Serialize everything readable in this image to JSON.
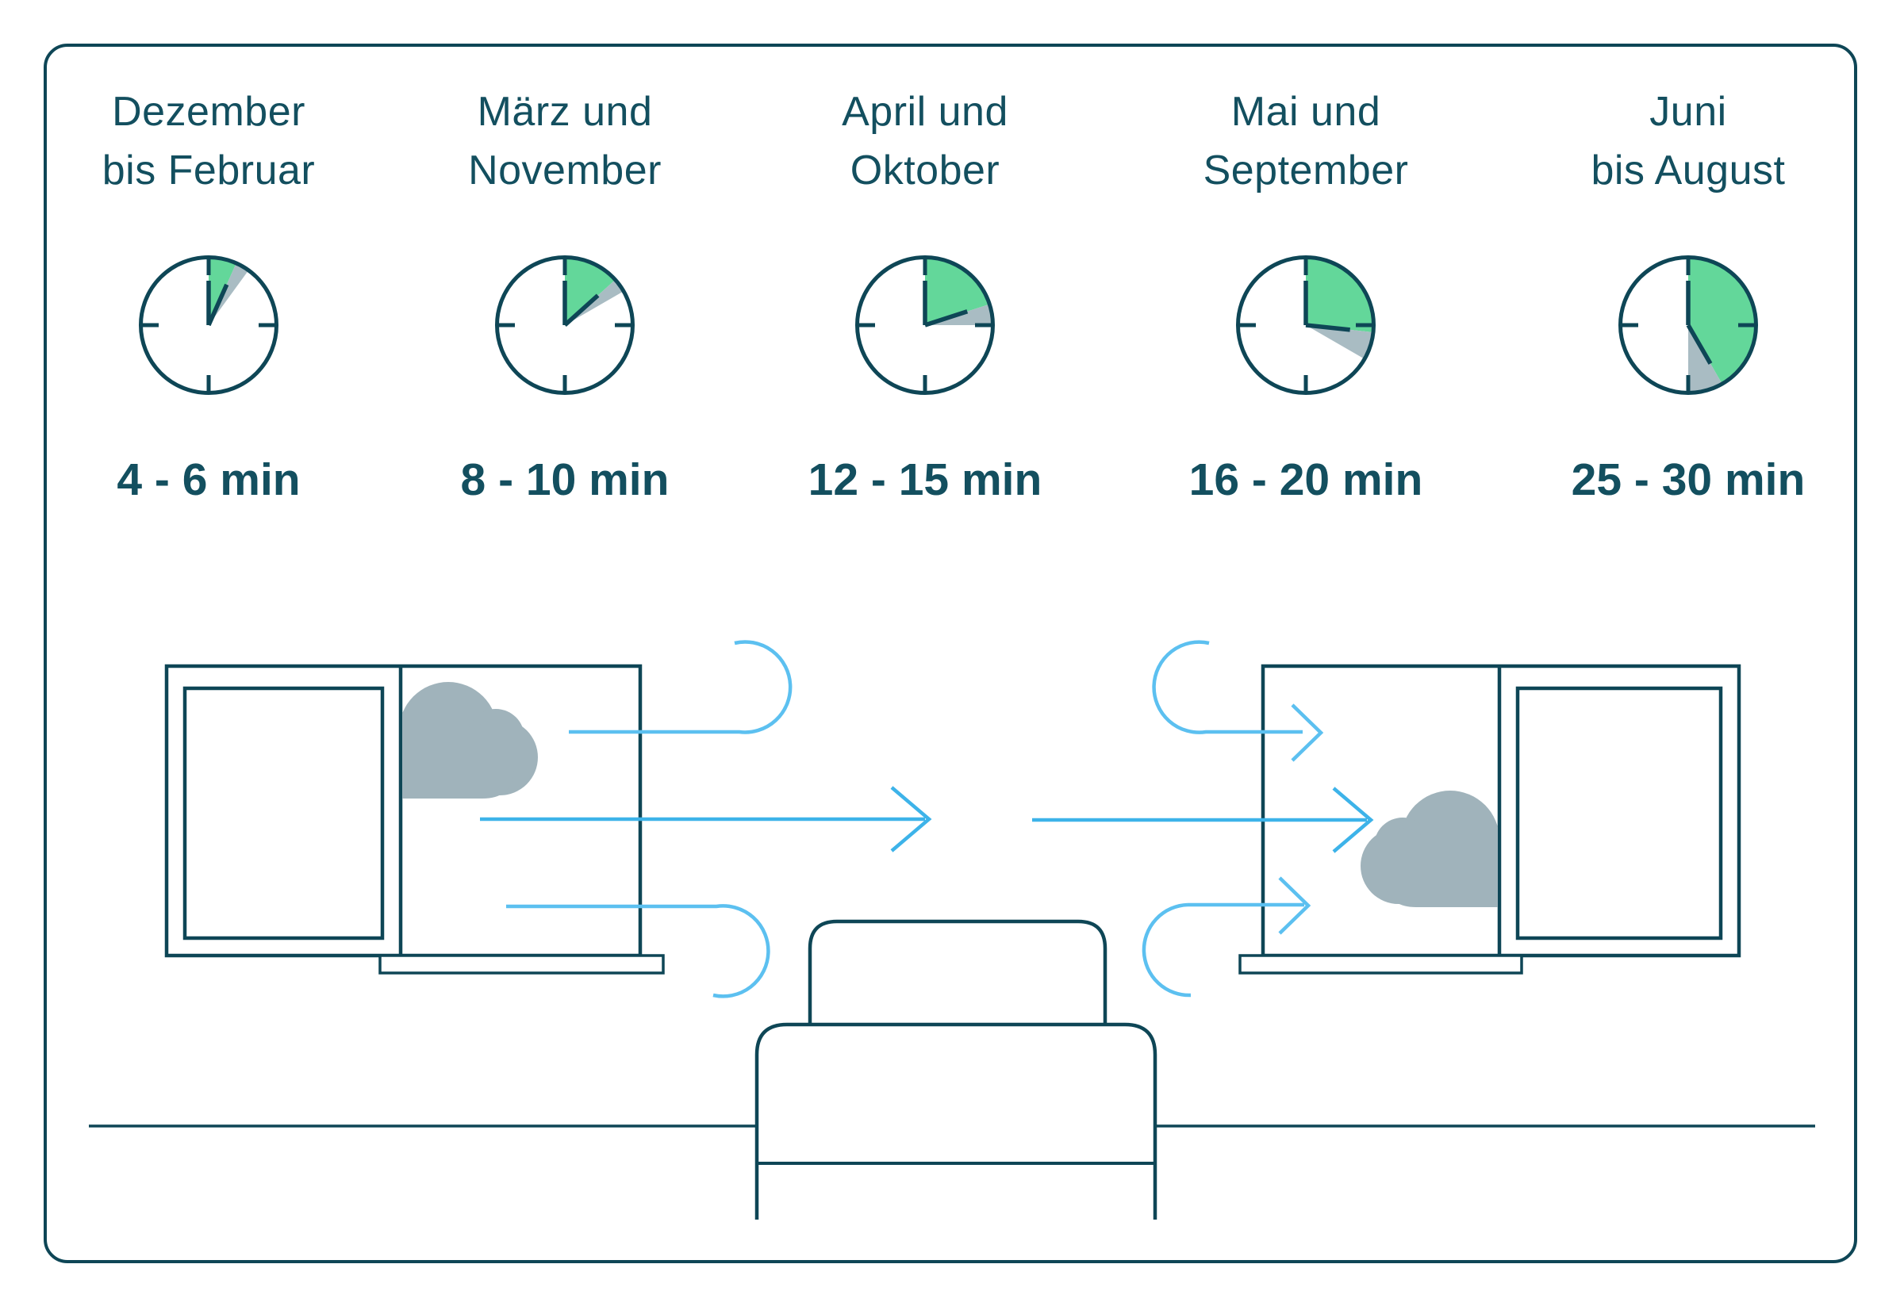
{
  "columns": [
    {
      "months_line1": "Dezember",
      "months_line2": "bis Februar",
      "minutes_label": "4 - 6 min",
      "from_min": 4,
      "to_min": 6
    },
    {
      "months_line1": "März und",
      "months_line2": "November",
      "minutes_label": "8 - 10 min",
      "from_min": 8,
      "to_min": 10
    },
    {
      "months_line1": "April und",
      "months_line2": "Oktober",
      "minutes_label": "12 - 15 min",
      "from_min": 12,
      "to_min": 15
    },
    {
      "months_line1": "Mai und",
      "months_line2": "September",
      "minutes_label": "16 - 20 min",
      "from_min": 16,
      "to_min": 20
    },
    {
      "months_line1": "Juni",
      "months_line2": "bis August",
      "minutes_label": "25 - 30 min",
      "from_min": 25,
      "to_min": 30
    }
  ],
  "chart_data": {
    "type": "table",
    "categories": [
      "Dezember bis Februar",
      "März und November",
      "April und Oktober",
      "Mai und September",
      "Juni bis August"
    ],
    "series": [
      {
        "name": "min",
        "values_min": [
          4,
          8,
          12,
          16,
          25
        ],
        "values_max": [
          6,
          10,
          15,
          20,
          30
        ]
      }
    ],
    "unit": "min",
    "clock_wedge_degrees": {
      "green_end": [
        24,
        48,
        72,
        96,
        150
      ],
      "gray_end": [
        36,
        60,
        90,
        120,
        180
      ]
    }
  },
  "illustration": {
    "left_window_icon": "open-window-with-cloud",
    "right_window_icon": "open-window-with-cloud",
    "airflow_icon": "cross-ventilation-arrows",
    "bed_icon": "bed",
    "floor_icon": "floor-line"
  },
  "colors": {
    "background": "#ffffff",
    "text": "#134f5f",
    "outline": "#0e4656",
    "green": "#63d79a",
    "wedge_gray": "#a9bcc3",
    "cloud_gray": "#a0b3bb",
    "blue_soft": "#5cc0f0",
    "blue_strong": "#3db3e9"
  }
}
